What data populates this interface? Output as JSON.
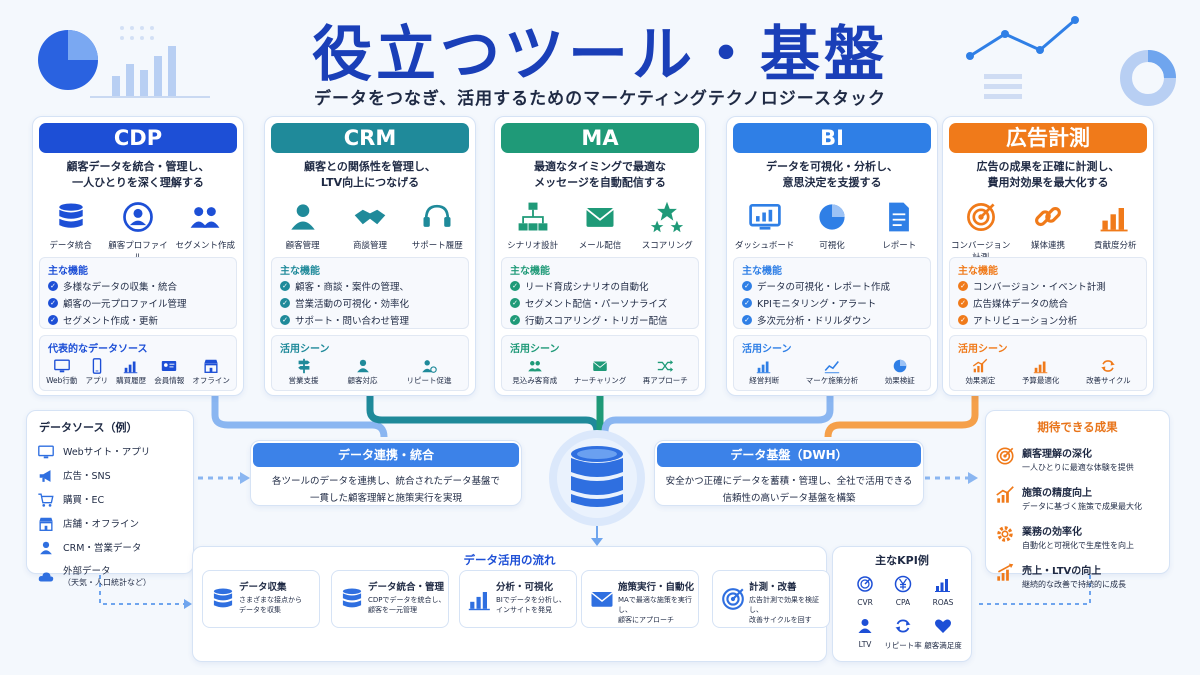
{
  "title": "役立つツール・基盤",
  "subtitle": "データをつなぎ、活用するためのマーケティングテクノロジースタック",
  "colors": {
    "cdp": "#1d4fd6",
    "crm": "#1f8a9a",
    "ma": "#1f9a78",
    "bi": "#2f7fe6",
    "ad": "#f07a1a",
    "title": "#1a3fb8",
    "line_blue": "#6fa5ee",
    "line_teal": "#1f8a9a",
    "line_orange": "#f5a04a"
  },
  "cards": [
    {
      "name": "CDP",
      "desc1": "顧客データを統合・管理し、",
      "desc2": "一人ひとりを深く理解する",
      "features": [
        {
          "label": "データ統合",
          "icon": "database-icon"
        },
        {
          "label": "顧客プロファイル",
          "icon": "user-circle-icon"
        },
        {
          "label": "セグメント作成",
          "icon": "users-group-icon"
        }
      ],
      "box_title": "主な機能",
      "bullets": [
        "多様なデータの収集・統合",
        "顧客の一元プロファイル管理",
        "セグメント作成・更新"
      ],
      "scene_title": "代表的なデータソース",
      "scenes": [
        {
          "label": "Web行動",
          "icon": "monitor-icon"
        },
        {
          "label": "アプリ",
          "icon": "phone-icon"
        },
        {
          "label": "購買履歴",
          "icon": "bar-chart-icon"
        },
        {
          "label": "会員情報",
          "icon": "id-card-icon"
        },
        {
          "label": "オフライン",
          "icon": "store-icon"
        }
      ]
    },
    {
      "name": "CRM",
      "desc1": "顧客との関係性を管理し、",
      "desc2": "LTV向上につなげる",
      "features": [
        {
          "label": "顧客管理",
          "icon": "person-icon"
        },
        {
          "label": "商談管理",
          "icon": "handshake-icon"
        },
        {
          "label": "サポート履歴",
          "icon": "headset-icon"
        }
      ],
      "box_title": "主な機能",
      "bullets": [
        "顧客・商談・案件の管理、",
        "営業活動の可視化・効率化",
        "サポート・問い合わせ管理"
      ],
      "scene_title": "活用シーン",
      "scenes": [
        {
          "label": "営業支援",
          "icon": "signpost-icon"
        },
        {
          "label": "顧客対応",
          "icon": "person-icon"
        },
        {
          "label": "リピート促進",
          "icon": "user-repeat-icon"
        }
      ]
    },
    {
      "name": "MA",
      "desc1": "最適なタイミングで最適な",
      "desc2": "メッセージを自動配信する",
      "features": [
        {
          "label": "シナリオ設計",
          "icon": "flowchart-icon"
        },
        {
          "label": "メール配信",
          "icon": "mail-icon"
        },
        {
          "label": "スコアリング",
          "icon": "stars-icon"
        }
      ],
      "box_title": "主な機能",
      "bullets": [
        "リード育成シナリオの自動化",
        "セグメント配信・パーソナライズ",
        "行動スコアリング・トリガー配信"
      ],
      "scene_title": "活用シーン",
      "scenes": [
        {
          "label": "見込み客育成",
          "icon": "users-icon"
        },
        {
          "label": "ナーチャリング",
          "icon": "mail-icon"
        },
        {
          "label": "再アプローチ",
          "icon": "shuffle-icon"
        }
      ]
    },
    {
      "name": "BI",
      "desc1": "データを可視化・分析し、",
      "desc2": "意思決定を支援する",
      "features": [
        {
          "label": "ダッシュボード",
          "icon": "dashboard-icon"
        },
        {
          "label": "可視化",
          "icon": "pie-chart-icon"
        },
        {
          "label": "レポート",
          "icon": "document-icon"
        }
      ],
      "box_title": "主な機能",
      "bullets": [
        "データの可視化・レポート作成",
        "KPIモニタリング・アラート",
        "多次元分析・ドリルダウン"
      ],
      "scene_title": "活用シーン",
      "scenes": [
        {
          "label": "経営判断",
          "icon": "bar-chart-icon"
        },
        {
          "label": "マーケ施策分析",
          "icon": "line-chart-icon"
        },
        {
          "label": "効果検証",
          "icon": "pie-chart-icon"
        }
      ]
    },
    {
      "name": "広告計測",
      "desc1": "広告の成果を正確に計測し、",
      "desc2": "費用対効果を最大化する",
      "features": [
        {
          "label": "コンバージョン計測",
          "icon": "target-icon"
        },
        {
          "label": "媒体連携",
          "icon": "link-icon"
        },
        {
          "label": "貢献度分析",
          "icon": "bar-chart-icon"
        }
      ],
      "box_title": "主な機能",
      "bullets": [
        "コンバージョン・イベント計測",
        "広告媒体データの統合",
        "アトリビューション分析"
      ],
      "scene_title": "活用シーン",
      "scenes": [
        {
          "label": "効果測定",
          "icon": "trend-icon"
        },
        {
          "label": "予算最適化",
          "icon": "bar-chart-icon"
        },
        {
          "label": "改善サイクル",
          "icon": "cycle-icon"
        }
      ]
    }
  ],
  "data_sources": {
    "title": "データソース（例）",
    "items": [
      {
        "label": "Webサイト・アプリ",
        "icon": "monitor-icon"
      },
      {
        "label": "広告・SNS",
        "icon": "megaphone-icon"
      },
      {
        "label": "購買・EC",
        "icon": "cart-icon"
      },
      {
        "label": "店舗・オフライン",
        "icon": "store-icon"
      },
      {
        "label": "CRM・営業データ",
        "icon": "person-icon"
      },
      {
        "label": "外部データ",
        "sub": "（天気・人口統計など）",
        "icon": "cloud-icon"
      }
    ]
  },
  "integration": {
    "title": "データ連携・統合",
    "line1": "各ツールのデータを連携し、統合されたデータ基盤で",
    "line2": "一貫した顧客理解と施策実行を実現"
  },
  "dwh": {
    "title": "データ基盤（DWH）",
    "line1": "安全かつ正確にデータを蓄積・管理し、全社で活用できる",
    "line2": "信頼性の高いデータ基盤を構築"
  },
  "results": {
    "title": "期待できる成果",
    "items": [
      {
        "title": "顧客理解の深化",
        "desc": "一人ひとりに最適な体験を提供",
        "icon": "target-icon"
      },
      {
        "title": "施策の精度向上",
        "desc": "データに基づく施策で成果最大化",
        "icon": "trend-icon"
      },
      {
        "title": "業務の効率化",
        "desc": "自動化と可視化で生産性を向上",
        "icon": "gear-icon"
      },
      {
        "title": "売上・LTVの向上",
        "desc": "継続的な改善で持続的に成長",
        "icon": "growth-icon"
      }
    ]
  },
  "flow": {
    "title": "データ活用の流れ",
    "steps": [
      {
        "title": "データ収集",
        "d1": "さまざまな接点から",
        "d2": "データを収集",
        "icon": "database-icon"
      },
      {
        "title": "データ統合・管理",
        "d1": "CDPでデータを統合し、",
        "d2": "顧客を一元管理",
        "icon": "database-icon"
      },
      {
        "title": "分析・可視化",
        "d1": "BIでデータを分析し、",
        "d2": "インサイトを発見",
        "icon": "bar-chart-icon"
      },
      {
        "title": "施策実行・自動化",
        "d1": "MAで最適な施策を実行し、",
        "d2": "顧客にアプローチ",
        "icon": "mail-icon"
      },
      {
        "title": "計測・改善",
        "d1": "広告計測で効果を検証し、",
        "d2": "改善サイクルを回す",
        "icon": "target-icon"
      }
    ]
  },
  "kpi": {
    "title": "主なKPI例",
    "items": [
      {
        "label": "CVR",
        "icon": "gauge-icon"
      },
      {
        "label": "CPA",
        "icon": "yen-icon"
      },
      {
        "label": "ROAS",
        "icon": "bar-chart-icon"
      },
      {
        "label": "LTV",
        "icon": "person-icon"
      },
      {
        "label": "リピート率",
        "icon": "cycle-icon"
      },
      {
        "label": "顧客満足度",
        "icon": "heart-icon"
      }
    ]
  }
}
